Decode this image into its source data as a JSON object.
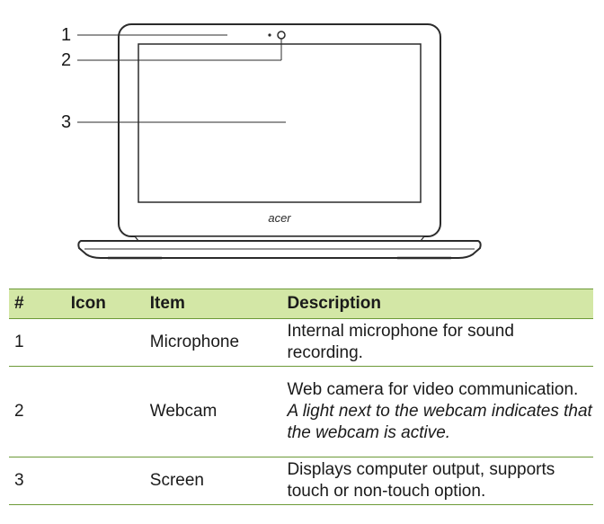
{
  "figure": {
    "callouts": [
      "1",
      "2",
      "3"
    ],
    "brand_logo": "acer",
    "colors": {
      "line": "#2b2b2b",
      "header_bg": "#d3e7a6",
      "rule": "#6d9a38"
    }
  },
  "table": {
    "headers": {
      "num": "#",
      "icon": "Icon",
      "item": "Item",
      "description": "Description"
    },
    "rows": [
      {
        "num": "1",
        "icon": "",
        "item": "Microphone",
        "description": "Internal microphone for sound recording.",
        "note": ""
      },
      {
        "num": "2",
        "icon": "",
        "item": "Webcam",
        "description": "Web camera for video communication.",
        "note": "A light next to the webcam indicates that the webcam is active."
      },
      {
        "num": "3",
        "icon": "",
        "item": "Screen",
        "description": "Displays computer output, supports touch or non-touch option.",
        "note": ""
      }
    ]
  }
}
